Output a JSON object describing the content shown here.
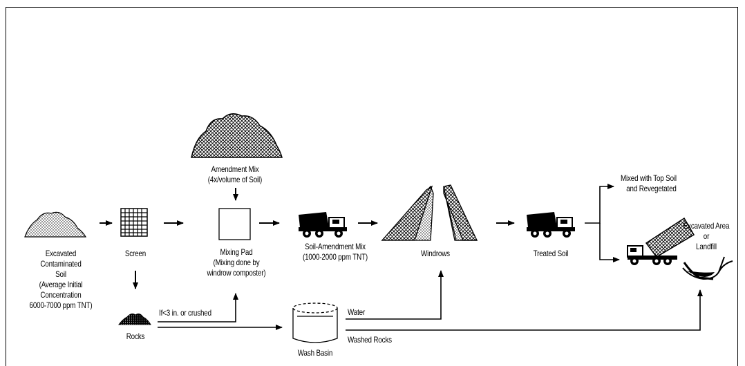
{
  "labels": {
    "excavated_soil": [
      "Excavated",
      "Contaminated",
      "Soil",
      "(Average Initial",
      "Concentration",
      "6000-7000 ppm TNT)"
    ],
    "screen": "Screen",
    "rocks": "Rocks",
    "amendment_mix": [
      "Amendment Mix",
      "(4x/volume of Soil)"
    ],
    "mixing_pad": [
      "Mixing Pad",
      "(Mixing done by",
      "windrow composter)"
    ],
    "soil_amendment_mix": [
      "Soil-Amendment Mix",
      "(1000-2000 ppm TNT)"
    ],
    "windrows": "Windrows",
    "treated_soil": "Treated Soil",
    "top_soil": [
      "Mixed with Top Soil",
      "and Revegetated"
    ],
    "excavated_area": [
      "Excavated Area",
      "or",
      "Landfill"
    ],
    "crushed_condition": "If<3 in. or crushed",
    "water": "Water",
    "washed_rocks": "Washed Rocks",
    "wash_basin": "Wash Basin"
  },
  "colors": {
    "line": "#000000",
    "background": "#ffffff"
  }
}
